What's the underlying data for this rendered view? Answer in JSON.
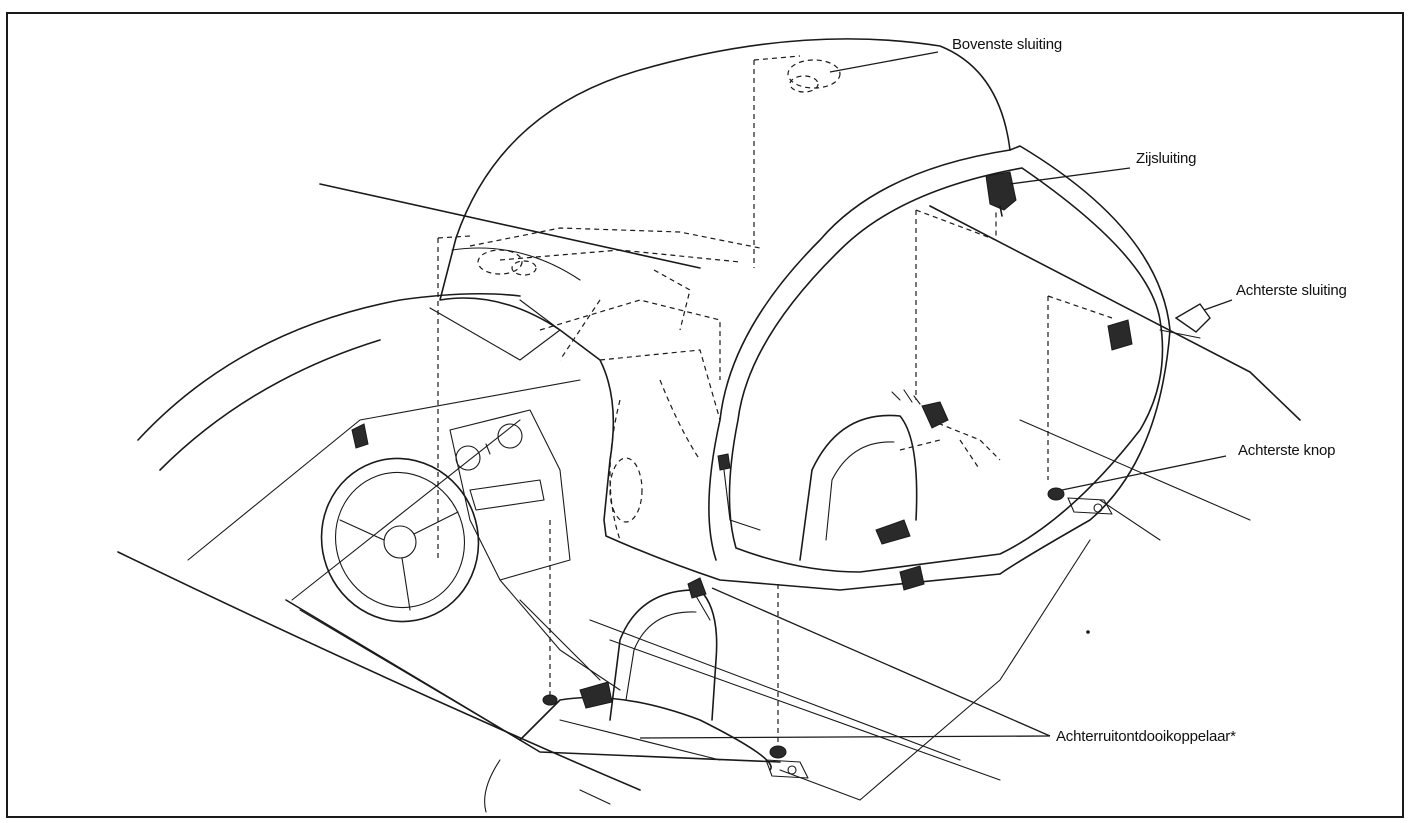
{
  "callouts": {
    "top_latch": "Bovenste sluiting",
    "side_latch": "Zijsluiting",
    "rear_latch": "Achterste sluiting",
    "rear_knob": "Achterste knop",
    "defroster_coupler": "Achterruitontdooikoppelaar*"
  }
}
